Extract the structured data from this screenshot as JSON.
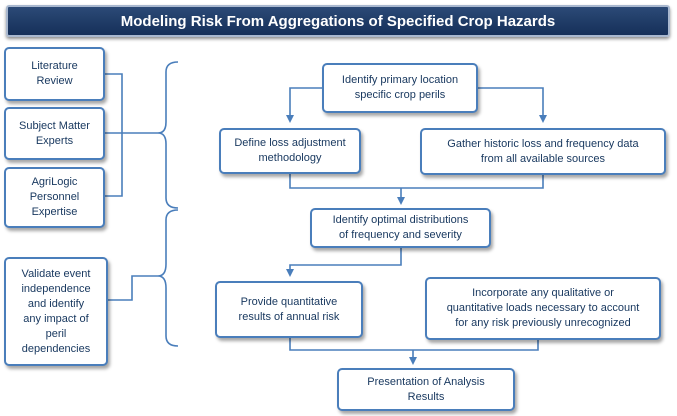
{
  "title": "Modeling Risk From Aggregations of Specified Crop Hazards",
  "sources": [
    {
      "id": "literature",
      "label": "Literature\nReview"
    },
    {
      "id": "sme",
      "label": "Subject Matter\nExperts"
    },
    {
      "id": "agrilogic",
      "label": "AgriLogic\nPersonnel\nExpertise"
    },
    {
      "id": "validate",
      "label": "Validate event\nindependence\nand identify\nany impact of\nperil\ndependencies"
    }
  ],
  "steps": [
    {
      "id": "identify-perils",
      "label": "Identify primary location\nspecific crop perils"
    },
    {
      "id": "define-loss",
      "label": "Define loss adjustment\nmethodology"
    },
    {
      "id": "gather-data",
      "label": "Gather historic loss and frequency data\nfrom all available sources"
    },
    {
      "id": "identify-distributions",
      "label": "Identify optimal distributions\nof frequency and severity"
    },
    {
      "id": "quantitative-results",
      "label": "Provide quantitative\nresults of annual risk"
    },
    {
      "id": "incorporate-loads",
      "label": "Incorporate any qualitative or\nquantitative loads necessary to account\nfor any risk previously unrecognized"
    },
    {
      "id": "presentation",
      "label": "Presentation of Analysis\nResults"
    }
  ],
  "colors": {
    "accent": "#4a7ebb",
    "title_bg": "#1f3b66",
    "text": "#17375e"
  }
}
